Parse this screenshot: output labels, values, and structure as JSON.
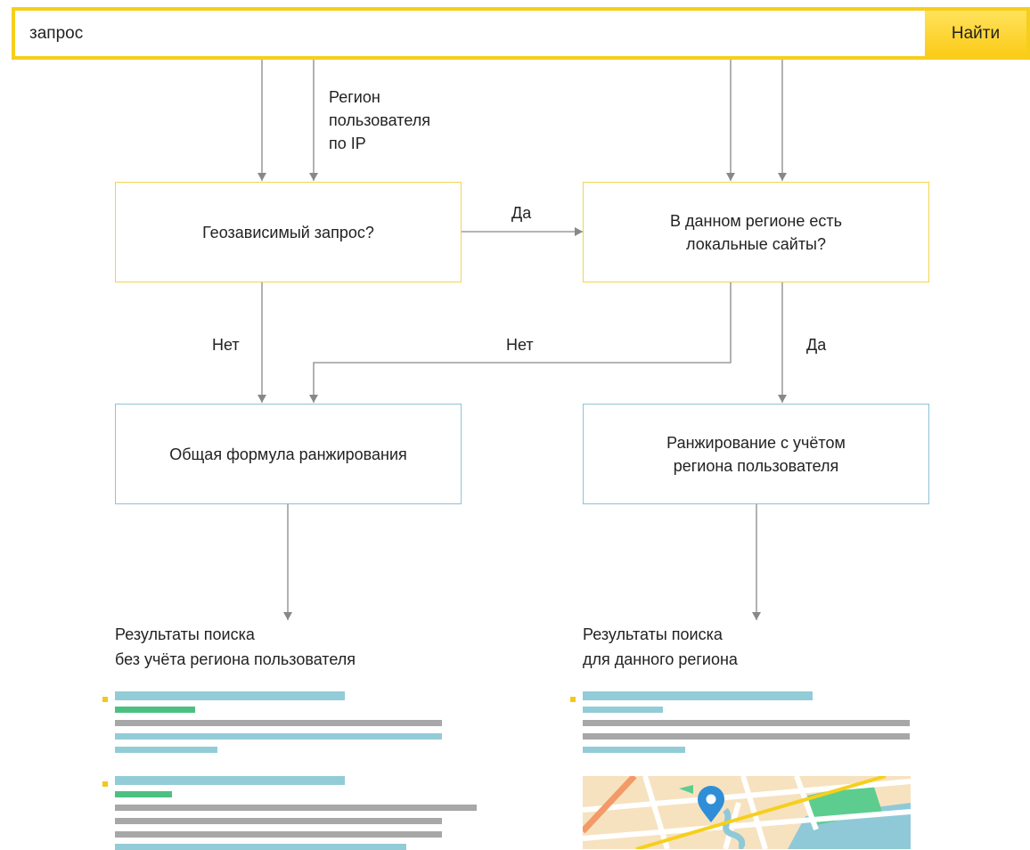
{
  "search": {
    "query": "запрос",
    "button_label": "Найти"
  },
  "diagram": {
    "region_label": "Регион\nпользователя\nпо IP",
    "geo_question": "Геозависимый запрос?",
    "local_sites_question": "В данном регионе есть\nлокальные сайты?",
    "yes_label_top": "Да",
    "no_label_left": "Нет",
    "no_label_middle": "Нет",
    "yes_label_right": "Да",
    "general_formula": "Общая формула ранжирования",
    "regional_ranking": "Ранжирование с учётом\nрегиона пользователя",
    "results_left": "Результаты поиска\nбез учёта региона пользователя",
    "results_right": "Результаты поиска\nдля данного региона"
  },
  "colors": {
    "search_border": "#f6cf1c",
    "search_button": "#fccb17",
    "decision_border": "#f2d54a",
    "process_border": "#8cc3d6",
    "arrow": "#888888",
    "snippet_title": "#92ccd7",
    "snippet_url": "#4cc081",
    "snippet_text": "#a7a7a7",
    "result_marker": "#f4c71c"
  },
  "icons": {
    "map_pin": "map-pin-icon"
  }
}
